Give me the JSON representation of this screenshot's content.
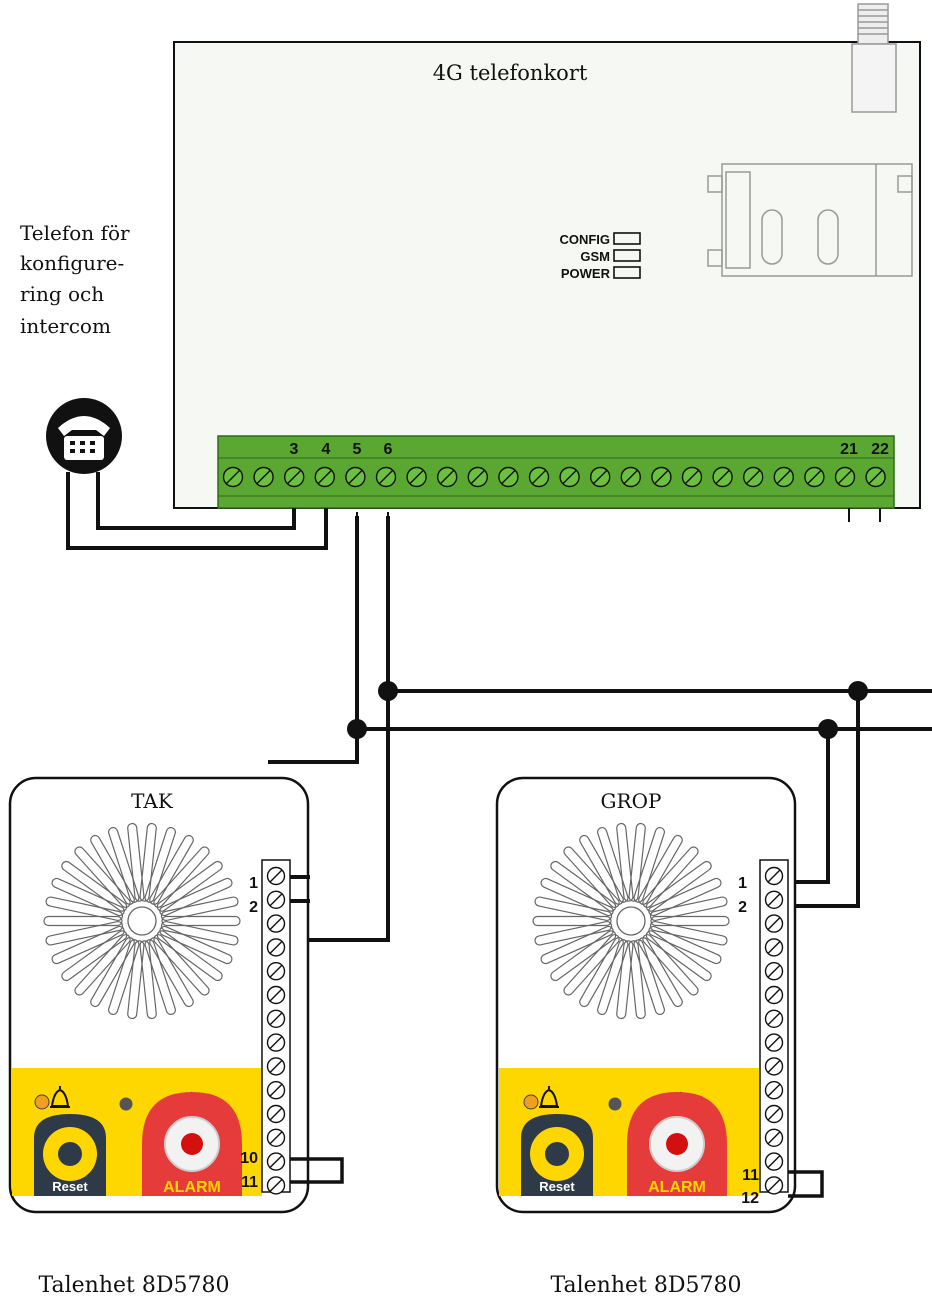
{
  "board": {
    "title": "4G telefonkort",
    "leds": [
      "CONFIG",
      "GSM",
      "POWER"
    ],
    "terminal_labels": [
      "3",
      "4",
      "5",
      "6",
      "21",
      "22"
    ]
  },
  "phone": {
    "label_lines": [
      "Telefon för",
      "konfigure-",
      "ring och",
      "intercom"
    ]
  },
  "units": [
    {
      "name": "TAK",
      "caption": "Talenhet 8D5780",
      "terminal_top": [
        "1",
        "2"
      ],
      "terminal_bottom": [
        "10",
        "11"
      ],
      "reset_label": "Reset",
      "alarm_label": "ALARM"
    },
    {
      "name": "GROP",
      "caption": "Talenhet 8D5780",
      "terminal_top": [
        "1",
        "2"
      ],
      "terminal_bottom": [
        "11",
        "12"
      ],
      "reset_label": "Reset",
      "alarm_label": "ALARM"
    }
  ],
  "colors": {
    "terminal_block": "#5aa832",
    "panel_yellow": "#ffd700",
    "alarm_red": "#e63b3b",
    "reset_dark": "#2f3a48",
    "led_orange": "#f0a020",
    "led_green": "#22a040",
    "led_grey": "#555555"
  }
}
